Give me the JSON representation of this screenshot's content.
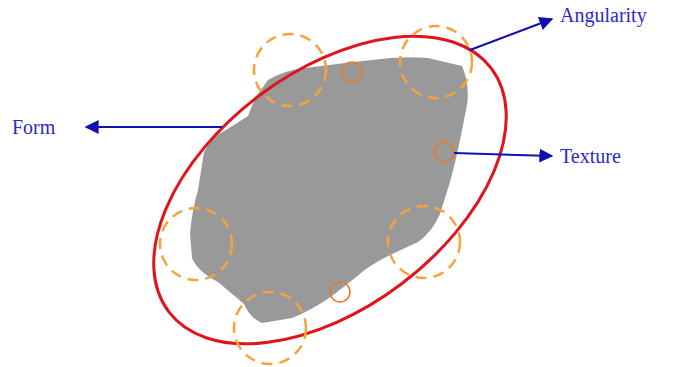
{
  "diagram": {
    "labels": [
      "Angularity",
      "Form",
      "Texture"
    ]
  }
}
